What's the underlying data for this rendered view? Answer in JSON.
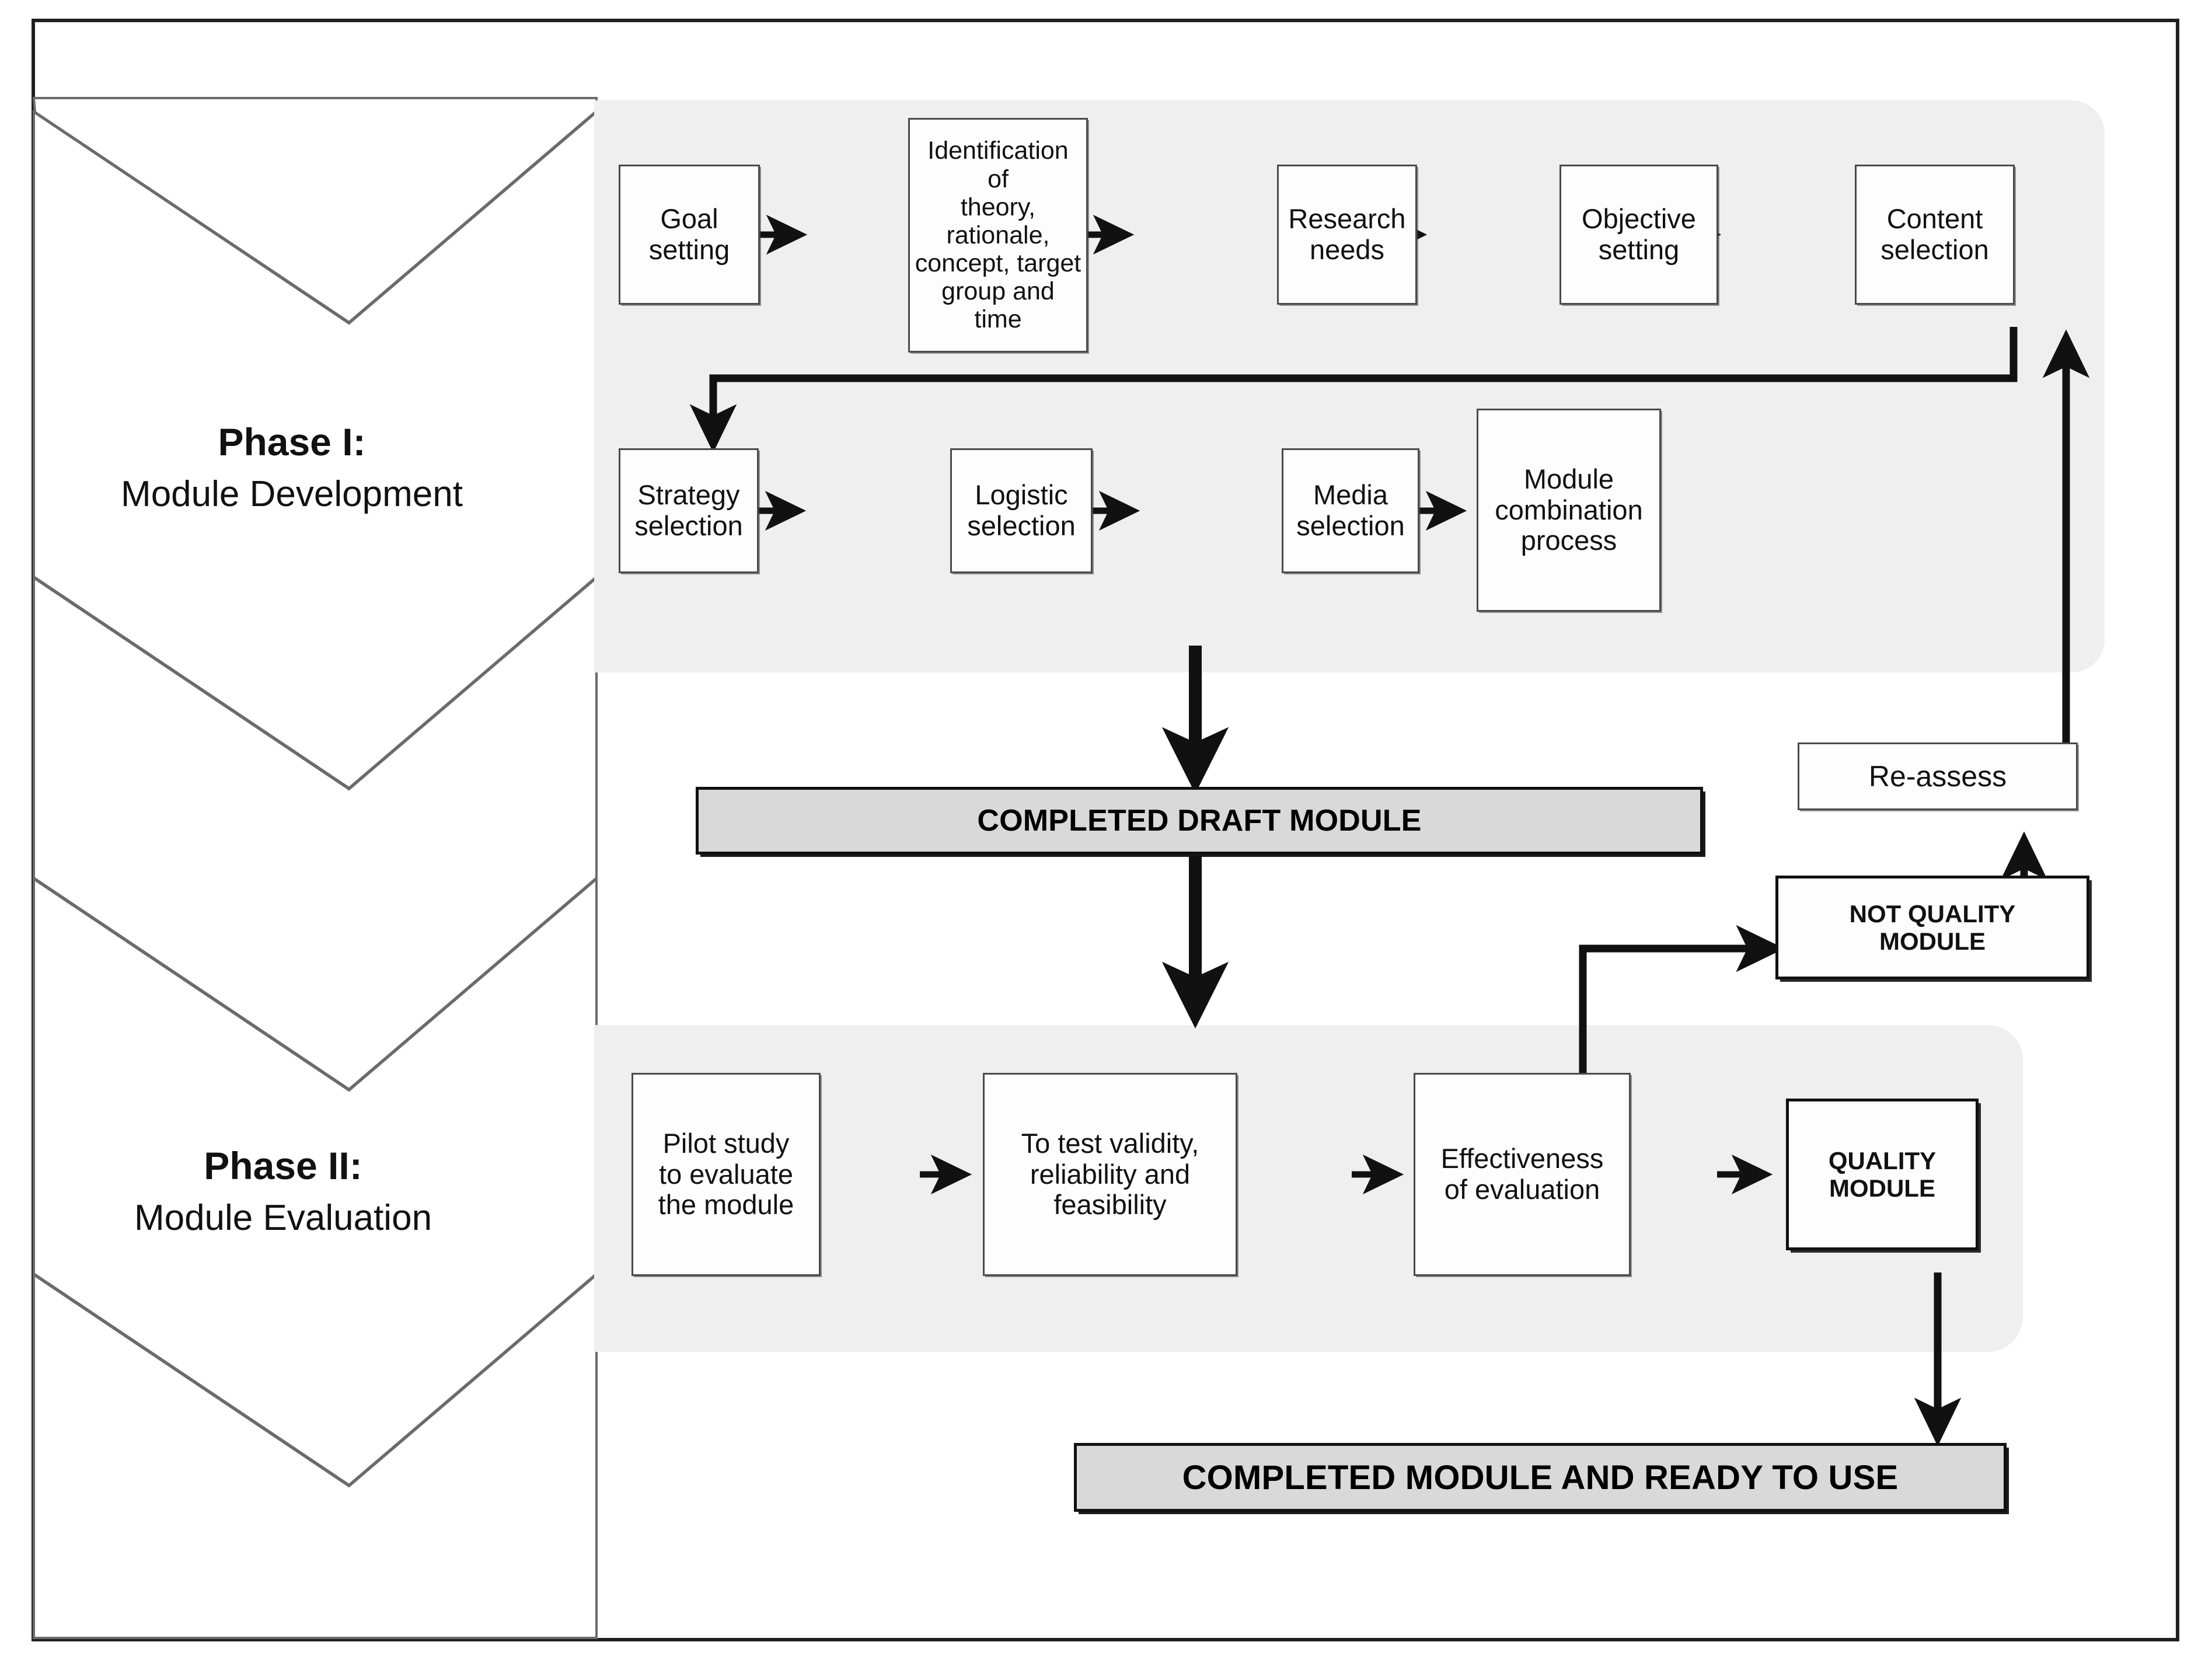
{
  "diagram": {
    "title": "Module Development and Evaluation Flowchart",
    "colors": {
      "panel_fill": "#efeff0",
      "box_fill": "#fdfdfd",
      "banner_fill": "#d9d9d9",
      "line": "#111111",
      "frame": "#231f20"
    }
  },
  "phases": [
    {
      "id": "phase-1",
      "title": "Phase I:",
      "subtitle": "Module Development",
      "steps_row1": [
        {
          "id": "goal-setting",
          "label": "Goal\nsetting"
        },
        {
          "id": "identification",
          "label": "Identification of\ntheory,\nrationale,\nconcept, target\ngroup and time"
        },
        {
          "id": "research-needs",
          "label": "Research\nneeds"
        },
        {
          "id": "objective-setting",
          "label": "Objective\nsetting"
        },
        {
          "id": "content-selection",
          "label": "Content\nselection"
        }
      ],
      "steps_row2": [
        {
          "id": "strategy-selection",
          "label": "Strategy\nselection"
        },
        {
          "id": "logistic-selection",
          "label": "Logistic\nselection"
        },
        {
          "id": "media-selection",
          "label": "Media\nselection"
        },
        {
          "id": "module-combination",
          "label": "Module\ncombination\nprocess"
        }
      ]
    },
    {
      "id": "phase-2",
      "title": "Phase II:",
      "subtitle": "Module Evaluation",
      "steps_row1": [
        {
          "id": "pilot-study",
          "label": "Pilot study\nto evaluate\nthe module"
        },
        {
          "id": "test-validity",
          "label": "To test validity,\nreliability and\nfeasibility"
        },
        {
          "id": "effectiveness",
          "label": "Effectiveness\nof evaluation"
        },
        {
          "id": "quality-module",
          "label": "QUALITY\nMODULE"
        }
      ]
    }
  ],
  "decision_nodes": [
    {
      "id": "not-quality-module",
      "label": "NOT QUALITY\nMODULE"
    },
    {
      "id": "re-assess",
      "label": "Re-assess"
    }
  ],
  "banners": [
    {
      "id": "completed-draft-module",
      "label": "COMPLETED DRAFT MODULE"
    },
    {
      "id": "completed-module-ready",
      "label": "COMPLETED MODULE AND READY TO USE"
    }
  ],
  "connections": [
    {
      "from": "goal-setting",
      "to": "identification"
    },
    {
      "from": "identification",
      "to": "research-needs"
    },
    {
      "from": "research-needs",
      "to": "objective-setting"
    },
    {
      "from": "objective-setting",
      "to": "content-selection"
    },
    {
      "from": "content-selection",
      "to": "strategy-selection"
    },
    {
      "from": "strategy-selection",
      "to": "logistic-selection"
    },
    {
      "from": "logistic-selection",
      "to": "media-selection"
    },
    {
      "from": "media-selection",
      "to": "module-combination"
    },
    {
      "from": "phase-1",
      "to": "completed-draft-module"
    },
    {
      "from": "completed-draft-module",
      "to": "phase-2"
    },
    {
      "from": "pilot-study",
      "to": "test-validity"
    },
    {
      "from": "test-validity",
      "to": "effectiveness"
    },
    {
      "from": "effectiveness",
      "to": "quality-module"
    },
    {
      "from": "effectiveness",
      "to": "not-quality-module"
    },
    {
      "from": "not-quality-module",
      "to": "re-assess"
    },
    {
      "from": "re-assess",
      "to": "content-selection"
    },
    {
      "from": "quality-module",
      "to": "completed-module-ready"
    }
  ]
}
